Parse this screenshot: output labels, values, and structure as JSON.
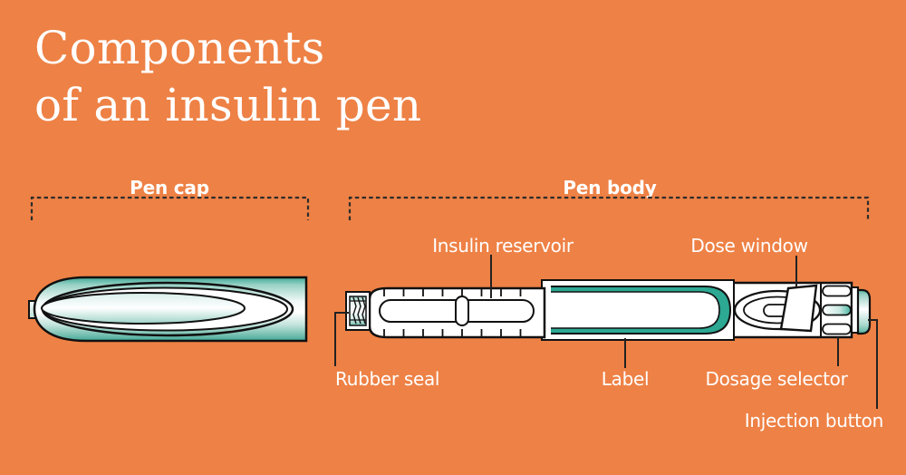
{
  "title": {
    "line1": "Components",
    "line2": "of an insulin pen"
  },
  "sections": {
    "pen_cap": "Pen cap",
    "pen_body": "Pen body"
  },
  "labels": {
    "insulin_reservoir": "Insulin reservoir",
    "dose_window": "Dose window",
    "rubber_seal": "Rubber seal",
    "label": "Label",
    "dosage_selector": "Dosage selector",
    "injection_button": "Injection button"
  },
  "colors": {
    "background_orange": "#EE8145",
    "teal": "#2CA893",
    "teal_gradient_edge": "#3FA997",
    "outline_black": "#111111",
    "bracket_dash": "#2D2D2D",
    "text_white": "#FFFFFF"
  }
}
